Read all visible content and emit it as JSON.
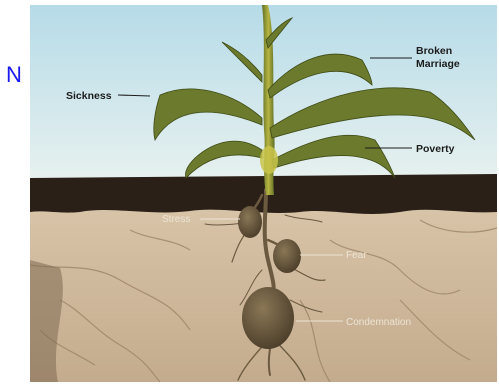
{
  "side_letter": "N",
  "labels": {
    "sickness": "Sickness",
    "broken_marriage_line1": "Broken",
    "broken_marriage_line2": "Marriage",
    "poverty": "Poverty",
    "stress": "Stress",
    "fear": "Fear",
    "condemnation": "Condemnation"
  },
  "colors": {
    "sky_top": "#b6dbe8",
    "sky_bottom": "#e7f1ef",
    "topsoil": "#2a2017",
    "subsoil": "#cdb79c",
    "plant": "#6b7a2c",
    "plant_light": "#c9c44a",
    "root": "#6b5a40",
    "side_letter": "#1a1aee"
  }
}
